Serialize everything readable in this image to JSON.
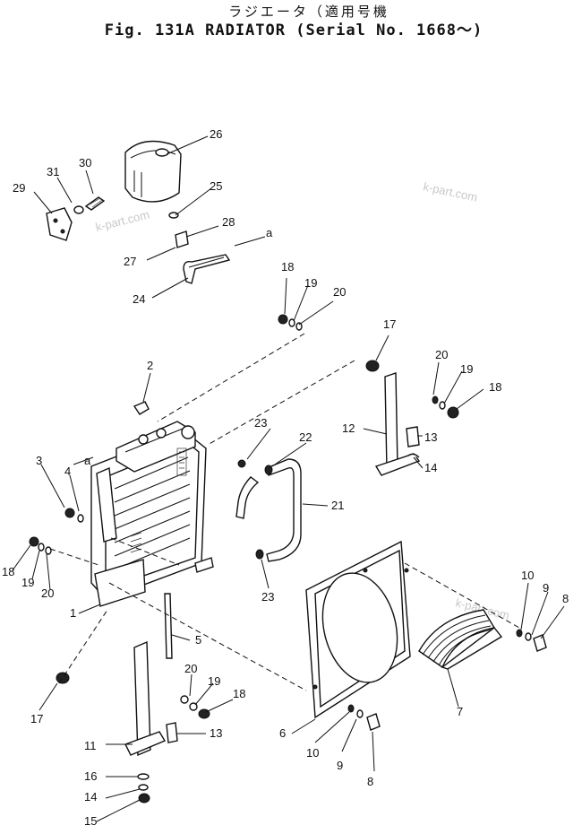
{
  "title": {
    "japanese": "ラジエータ（適用号機",
    "english": "Fig. 131A RADIATOR (Serial No. 1668～)"
  },
  "watermark": "k-part.com",
  "connector_letter": "a",
  "callouts": [
    "26",
    "30",
    "31",
    "29",
    "25",
    "28",
    "27",
    "24",
    "18",
    "19",
    "20",
    "2",
    "17",
    "20",
    "19",
    "18",
    "3",
    "4",
    "23",
    "22",
    "12",
    "13",
    "14",
    "21",
    "18",
    "19",
    "20",
    "1",
    "23",
    "5",
    "10",
    "9",
    "8",
    "7",
    "20",
    "19",
    "18",
    "17",
    "13",
    "11",
    "16",
    "14",
    "15",
    "6",
    "10",
    "9",
    "8"
  ]
}
